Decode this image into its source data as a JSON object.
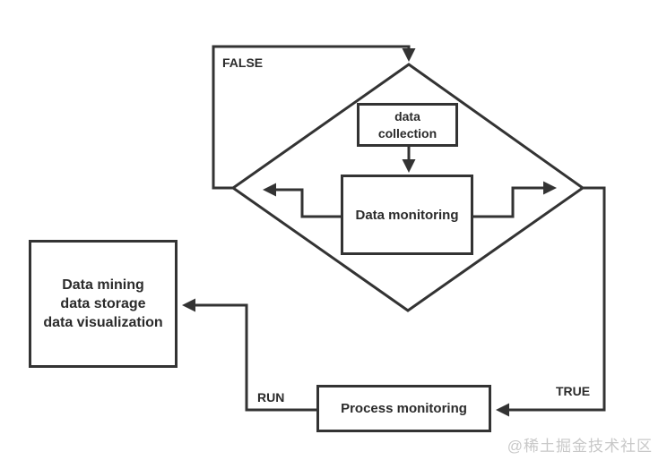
{
  "diagram": {
    "nodes": {
      "data_collection": {
        "label": "data\ncollection"
      },
      "data_monitoring": {
        "label": "Data monitoring"
      },
      "data_mining": {
        "label": "Data mining\ndata storage\ndata visualization"
      },
      "process_monitoring": {
        "label": "Process monitoring"
      }
    },
    "edge_labels": {
      "false": "FALSE",
      "true": "TRUE",
      "run": "RUN"
    },
    "watermark": "@稀土掘金技术社区",
    "colors": {
      "line": "#333333",
      "text": "#2b2b2b",
      "watermark": "#c8c8c8",
      "background": "#ffffff"
    }
  }
}
